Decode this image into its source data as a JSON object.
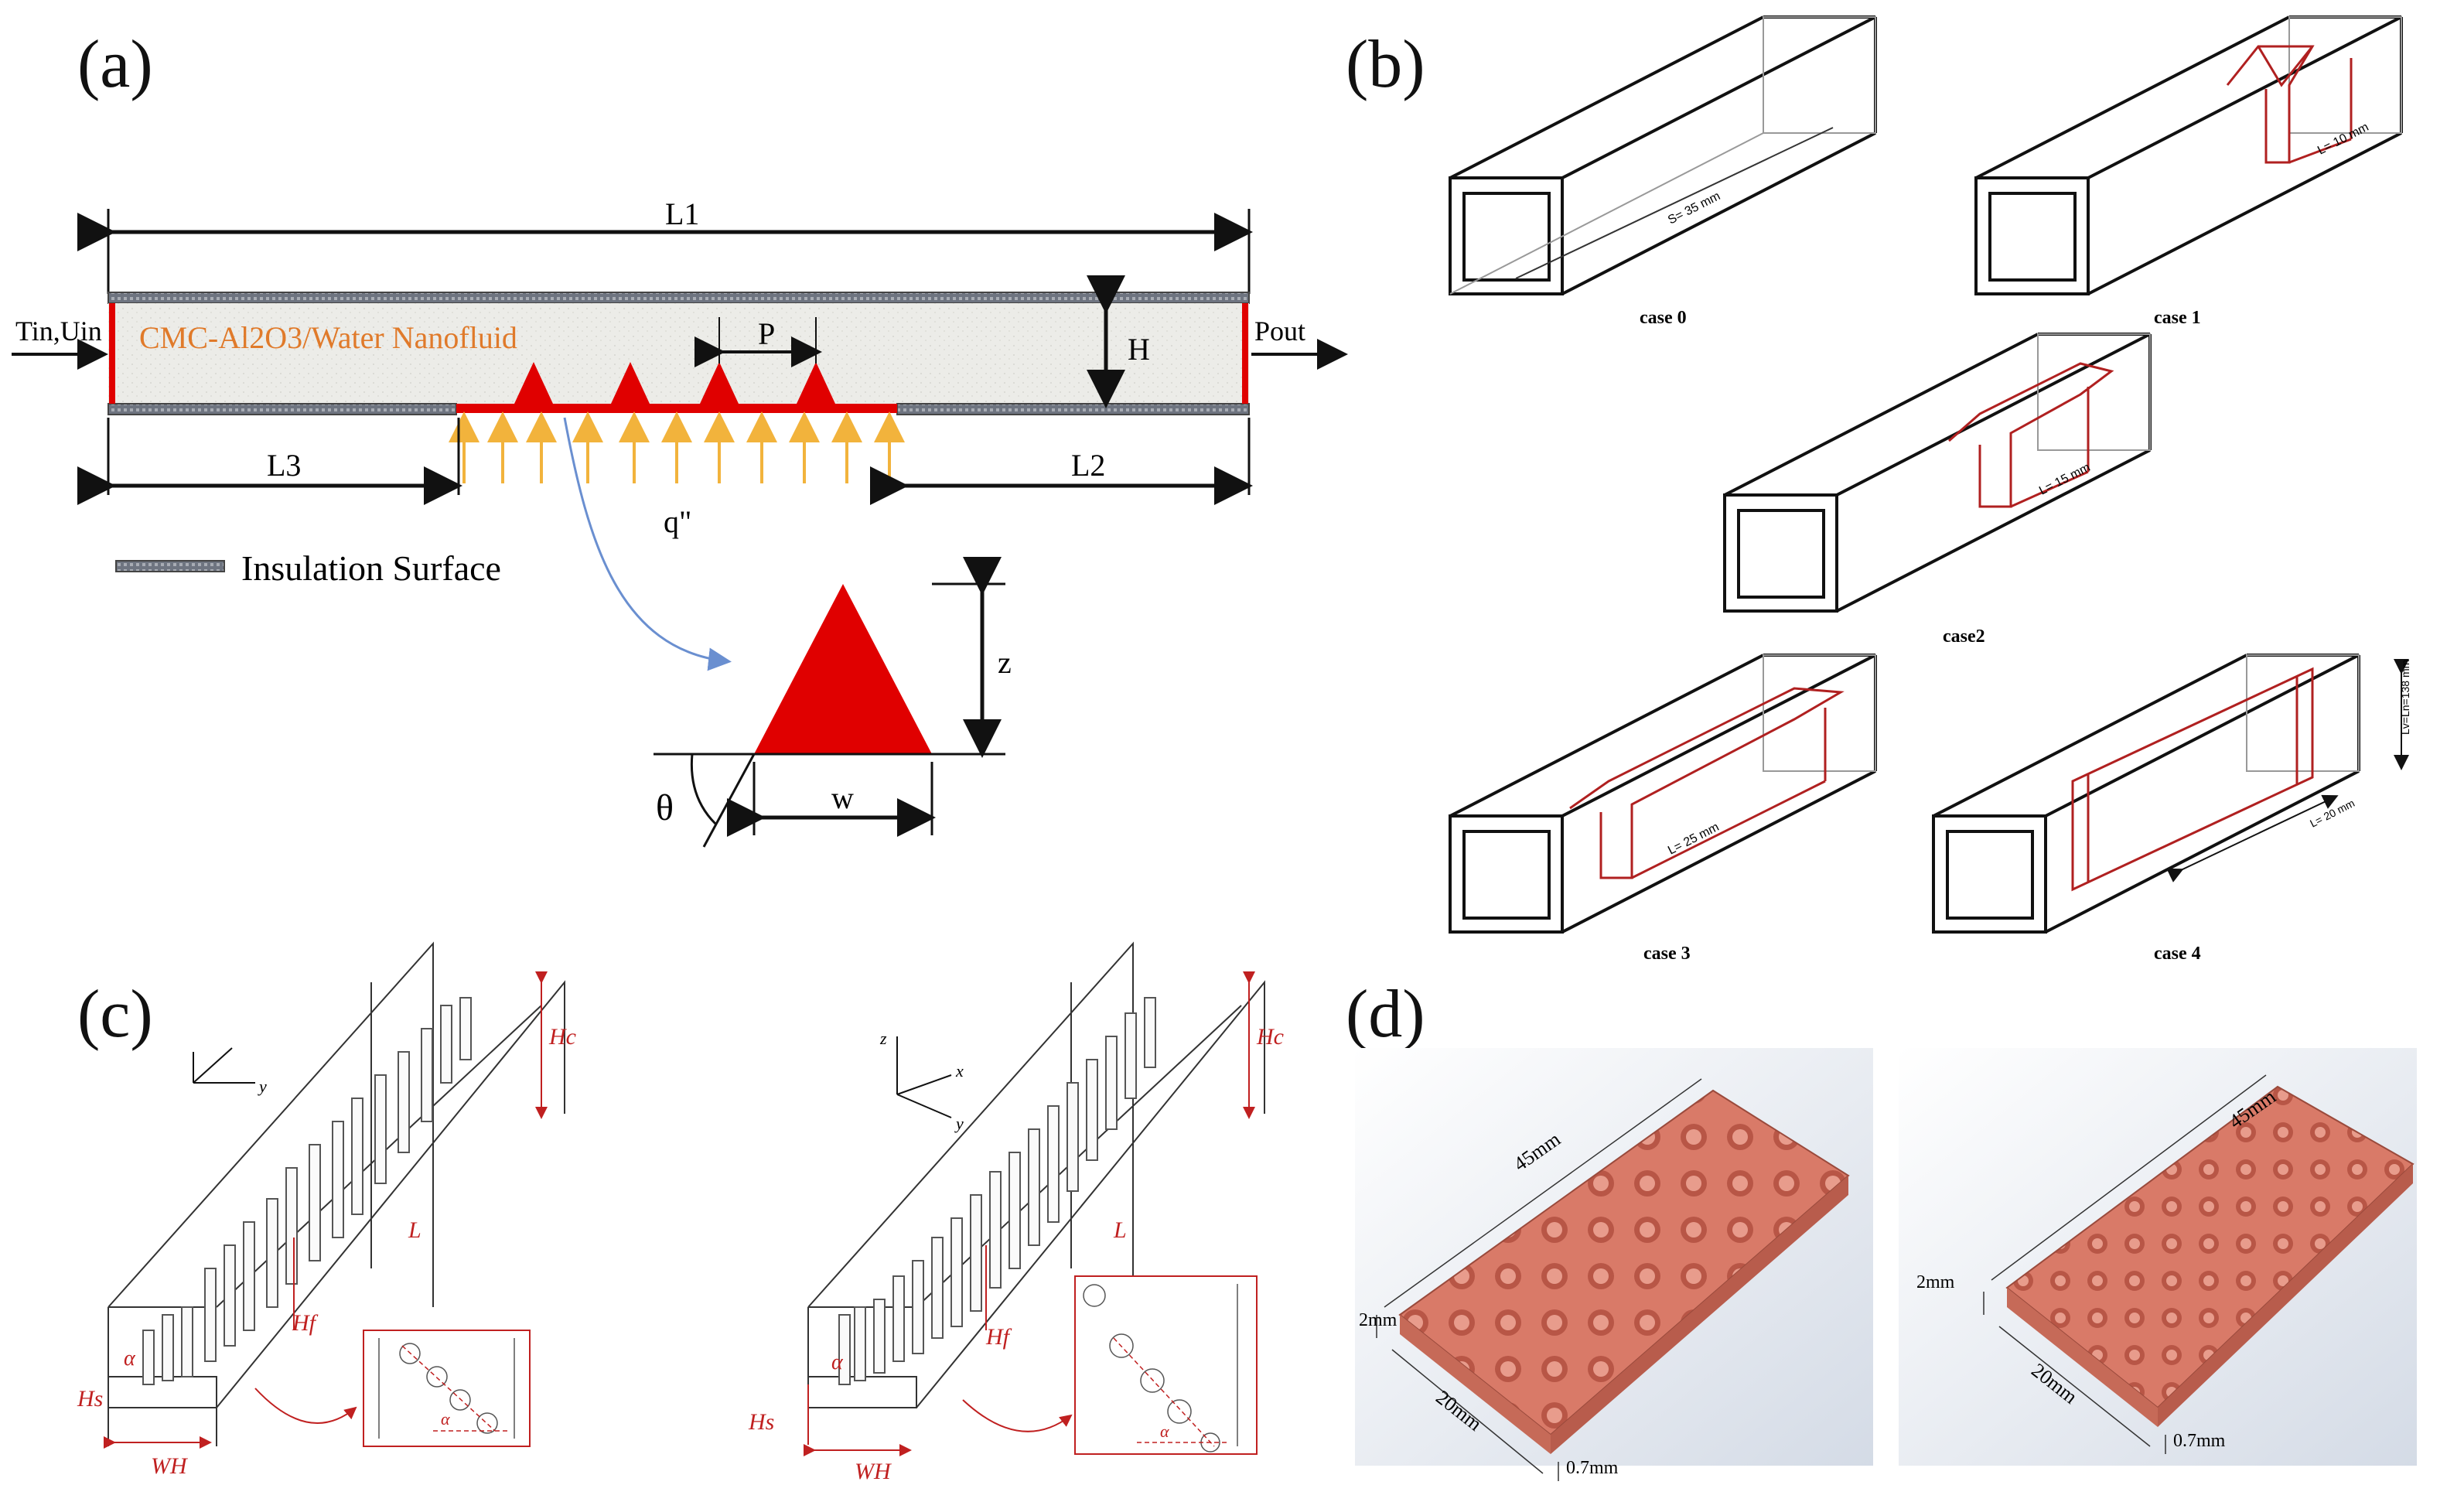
{
  "panels": {
    "a": {
      "label": "(a)",
      "fluid_text": "CMC-Al2O3/Water  Nanofluid",
      "inlet_label": "Tin,Uin",
      "outlet_label": "Pout",
      "legend_text": "Insulation Surface",
      "dims": {
        "L1": "L1",
        "L2": "L2",
        "L3": "L3",
        "H": "H",
        "P": "P",
        "q": "q\"",
        "z": "z",
        "w": "w",
        "theta": "θ"
      }
    },
    "b": {
      "label": "(b)",
      "cases": [
        "case 0",
        "case 1",
        "case2",
        "case 3",
        "case 4"
      ],
      "dims": [
        "S= 35 mm",
        "L= 10 mm",
        "L= 15 mm",
        "L= 25 mm",
        "L= 20 mm",
        "Lv=Ln=138 mm"
      ]
    },
    "c": {
      "label": "(c)",
      "axes": {
        "x": "x",
        "y": "y",
        "z": "z"
      },
      "dims": {
        "Hc": "Hc",
        "L": "L",
        "Hf": "Hf",
        "Hs": "Hs",
        "WH": "WH",
        "alpha": "α"
      }
    },
    "d": {
      "label": "(d)",
      "dims": {
        "length": "45mm",
        "width": "20mm",
        "height": "2mm",
        "base": "0.7mm"
      }
    }
  },
  "colors": {
    "red": "#e00000",
    "dark_red": "#b02020",
    "orange_text": "#e07a2a",
    "arrow_yellow": "#f2b33c",
    "copper": "#d97a68",
    "blue_curve": "#6a8fd0"
  }
}
